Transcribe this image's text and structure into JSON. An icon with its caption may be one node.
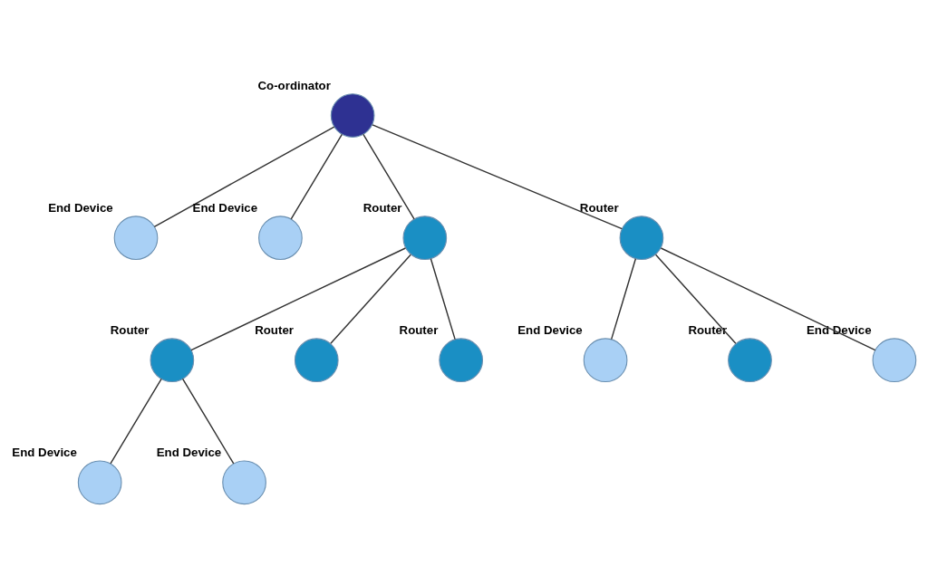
{
  "diagram": {
    "nodes": [
      {
        "text": [
          "Co-ordinator"
        ]
      },
      {
        "text": [
          "End Device"
        ]
      },
      {
        "text": [
          "End Device"
        ]
      },
      {
        "text": [
          "Router"
        ]
      },
      {
        "text": [
          "Router"
        ]
      },
      {
        "text": [
          "End Device"
        ]
      },
      {
        "text": [
          "Router"
        ]
      },
      {
        "text": [
          "End Device"
        ]
      },
      {
        "text": [
          "Router"
        ]
      },
      {
        "text": [
          "Router"
        ]
      },
      {
        "text": [
          "End Device"
        ]
      },
      {
        "text": [
          "Router"
        ]
      },
      {
        "text": [
          "End Device"
        ]
      }
    ],
    "edges": [
      {
        "from": 0,
        "to": 1,
        "arrow": "none"
      },
      {
        "from": 0,
        "to": 3,
        "arrow": "none"
      },
      {
        "from": 0,
        "to": 4,
        "arrow": "none"
      },
      {
        "from": 0,
        "to": 2,
        "arrow": "none"
      },
      {
        "from": 3,
        "to": 6,
        "arrow": "none"
      },
      {
        "from": 3,
        "to": 8,
        "arrow": "none"
      },
      {
        "from": 3,
        "to": 9,
        "arrow": "none"
      },
      {
        "from": 6,
        "to": 5,
        "arrow": "none"
      },
      {
        "from": 6,
        "to": 7,
        "arrow": "none"
      },
      {
        "from": 4,
        "to": 10,
        "arrow": "none"
      },
      {
        "from": 4,
        "to": 11,
        "arrow": "none"
      },
      {
        "from": 4,
        "to": 12,
        "arrow": "none"
      }
    ]
  }
}
